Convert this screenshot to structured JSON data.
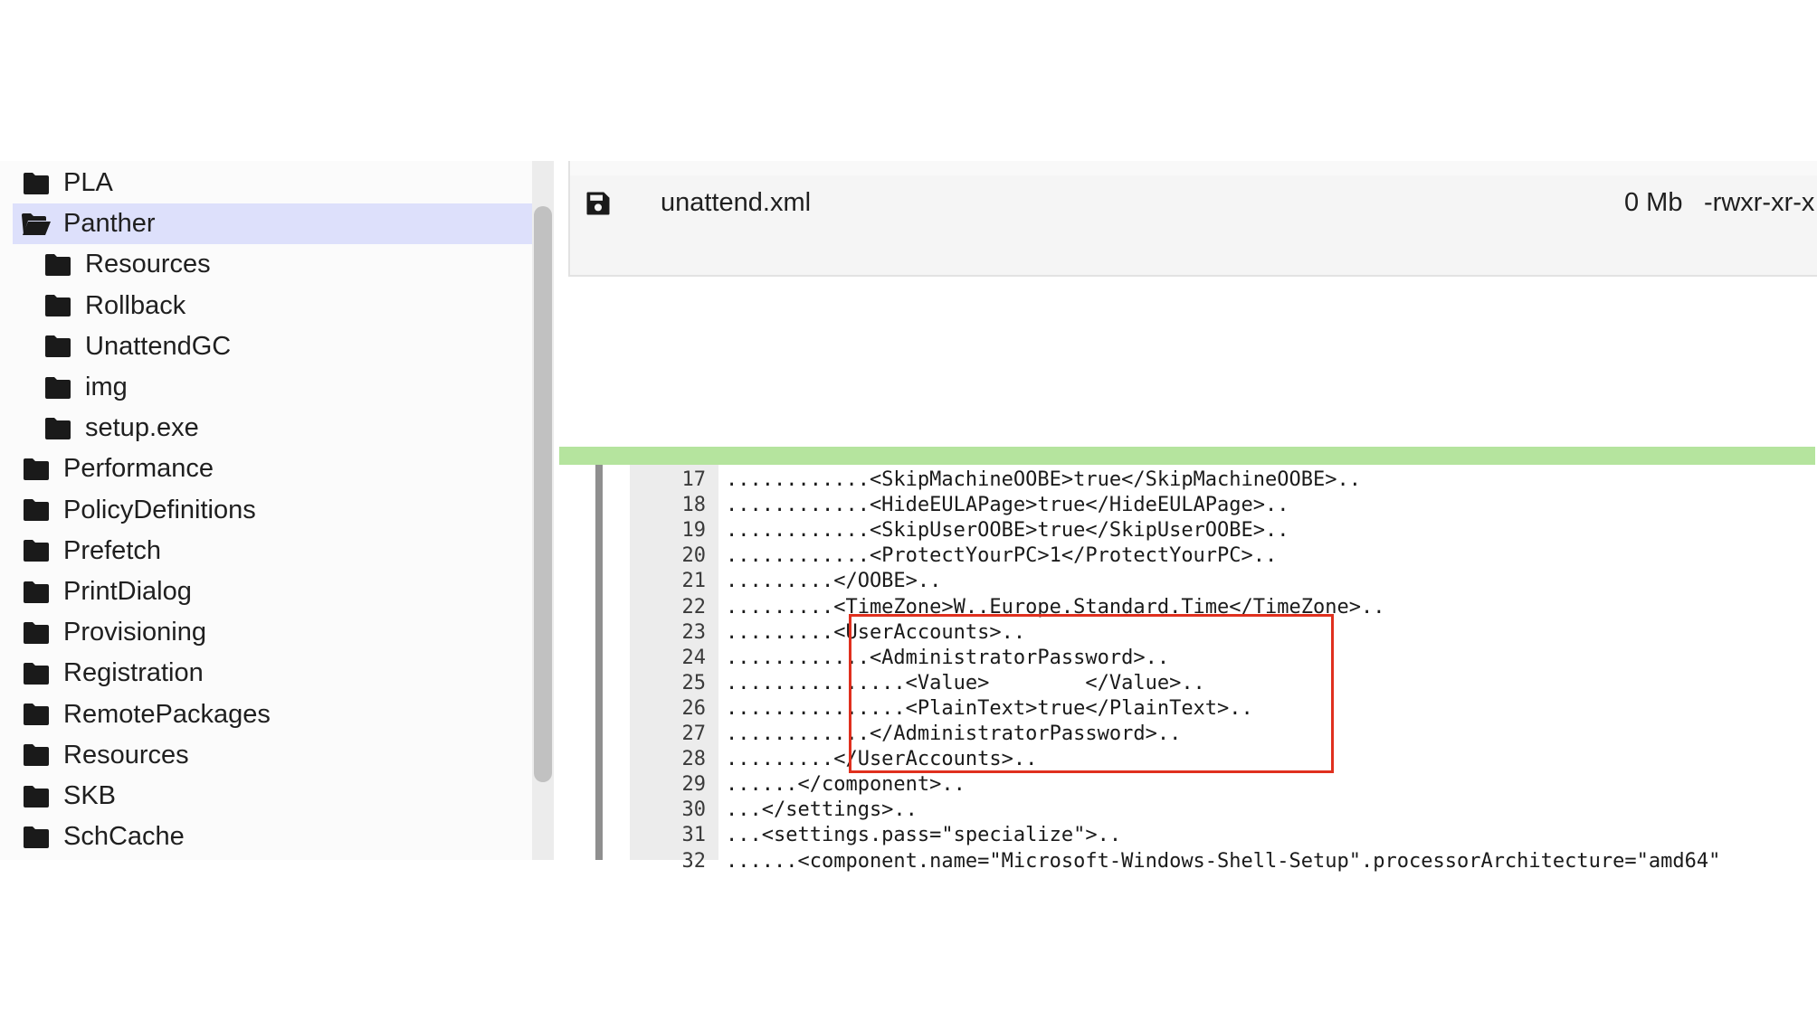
{
  "sidebar": {
    "items": [
      {
        "label": "PLA",
        "icon": "folder-icon",
        "level": 0,
        "selected": false
      },
      {
        "label": "Panther",
        "icon": "folder-open-icon",
        "level": 0,
        "selected": true
      },
      {
        "label": "Resources",
        "icon": "folder-icon",
        "level": 1,
        "selected": false
      },
      {
        "label": "Rollback",
        "icon": "folder-icon",
        "level": 1,
        "selected": false
      },
      {
        "label": "UnattendGC",
        "icon": "folder-icon",
        "level": 1,
        "selected": false
      },
      {
        "label": "img",
        "icon": "folder-icon",
        "level": 1,
        "selected": false
      },
      {
        "label": "setup.exe",
        "icon": "folder-icon",
        "level": 1,
        "selected": false
      },
      {
        "label": "Performance",
        "icon": "folder-icon",
        "level": 0,
        "selected": false
      },
      {
        "label": "PolicyDefinitions",
        "icon": "folder-icon",
        "level": 0,
        "selected": false
      },
      {
        "label": "Prefetch",
        "icon": "folder-icon",
        "level": 0,
        "selected": false
      },
      {
        "label": "PrintDialog",
        "icon": "folder-icon",
        "level": 0,
        "selected": false
      },
      {
        "label": "Provisioning",
        "icon": "folder-icon",
        "level": 0,
        "selected": false
      },
      {
        "label": "Registration",
        "icon": "folder-icon",
        "level": 0,
        "selected": false
      },
      {
        "label": "RemotePackages",
        "icon": "folder-icon",
        "level": 0,
        "selected": false
      },
      {
        "label": "Resources",
        "icon": "folder-icon",
        "level": 0,
        "selected": false
      },
      {
        "label": "SKB",
        "icon": "folder-icon",
        "level": 0,
        "selected": false
      },
      {
        "label": "SchCache",
        "icon": "folder-icon",
        "level": 0,
        "selected": false
      }
    ]
  },
  "file_list": {
    "files": [
      {
        "icon": "save-icon",
        "name": "unattend.xml",
        "size": "0 Mb",
        "permissions": "-rwxr-xr-x"
      }
    ]
  },
  "code_viewer": {
    "lines": [
      {
        "number": "17",
        "text": "............<SkipMachineOOBE>true</SkipMachineOOBE>.."
      },
      {
        "number": "18",
        "text": "............<HideEULAPage>true</HideEULAPage>.."
      },
      {
        "number": "19",
        "text": "............<SkipUserOOBE>true</SkipUserOOBE>.."
      },
      {
        "number": "20",
        "text": "............<ProtectYourPC>1</ProtectYourPC>.."
      },
      {
        "number": "21",
        "text": ".........</OOBE>.."
      },
      {
        "number": "22",
        "text": ".........<TimeZone>W..Europe.Standard.Time</TimeZone>.."
      },
      {
        "number": "23",
        "text": ".........<UserAccounts>.."
      },
      {
        "number": "24",
        "text": "............<AdministratorPassword>.."
      },
      {
        "number": "25",
        "text": "...............<Value>        </Value>.."
      },
      {
        "number": "26",
        "text": "...............<PlainText>true</PlainText>.."
      },
      {
        "number": "27",
        "text": "............</AdministratorPassword>.."
      },
      {
        "number": "28",
        "text": ".........</UserAccounts>.."
      },
      {
        "number": "29",
        "text": "......</component>.."
      },
      {
        "number": "30",
        "text": "...</settings>.."
      },
      {
        "number": "31",
        "text": "...<settings.pass=\"specialize\">.."
      },
      {
        "number": "32",
        "text": "......<component.name=\"Microsoft-Windows-Shell-Setup\".processorArchitecture=\"amd64\""
      }
    ]
  },
  "colors": {
    "selected_bg": "#dde0fb",
    "green_bar": "#b5e49e",
    "highlight_border": "#e0301e"
  }
}
